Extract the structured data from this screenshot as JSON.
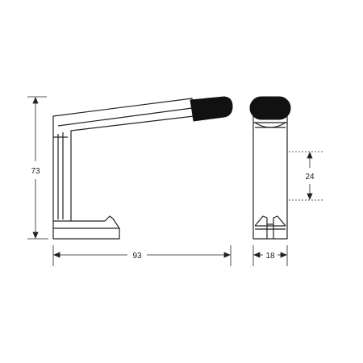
{
  "diagram": {
    "dimensions": {
      "height": "73",
      "width": "93",
      "depth": "18",
      "hole_spacing": "24"
    },
    "colors": {
      "line": "#222222",
      "tip": "#111111",
      "background": "#ffffff"
    }
  }
}
